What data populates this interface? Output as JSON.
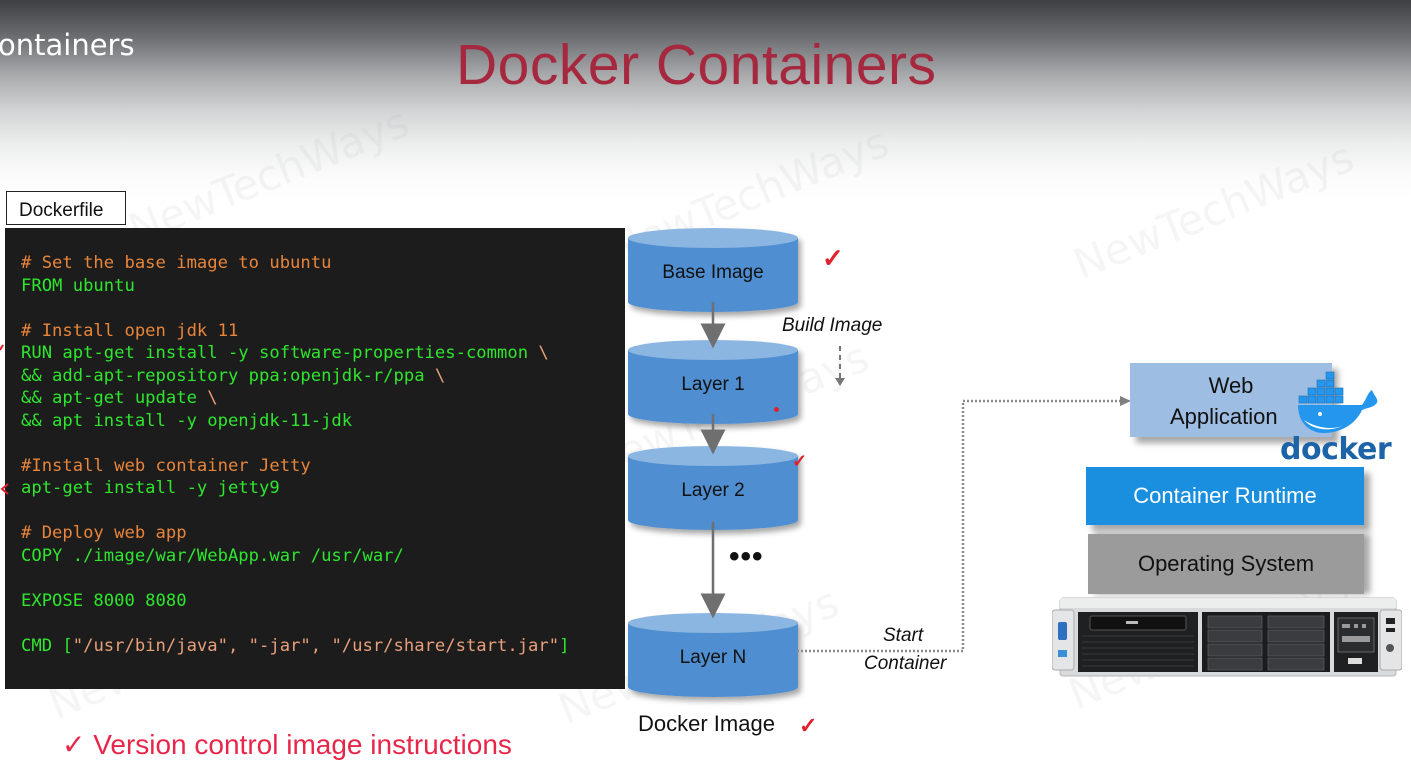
{
  "video": {
    "title_fragment": "ontainers"
  },
  "slide": {
    "title": "Docker Containers",
    "watermark": "NewTechWays",
    "dockerfile_label": "Dockerfile",
    "code_lines": [
      {
        "kind": "comment",
        "text": "# Set the base image to ubuntu"
      },
      {
        "kind": "cmd",
        "text": "FROM ubuntu"
      },
      {
        "kind": "blank",
        "text": ""
      },
      {
        "kind": "comment",
        "text": "# Install open jdk 11"
      },
      {
        "kind": "cmd",
        "text": "RUN apt-get install -y software-properties-common",
        "cont": " \\"
      },
      {
        "kind": "cmd",
        "text": "&& add-apt-repository ppa:openjdk-r/ppa",
        "cont": " \\"
      },
      {
        "kind": "cmd",
        "text": "&& apt-get update",
        "cont": " \\"
      },
      {
        "kind": "cmd",
        "text": "&& apt install -y openjdk-11-jdk"
      },
      {
        "kind": "blank",
        "text": ""
      },
      {
        "kind": "comment",
        "text": "#Install web container Jetty"
      },
      {
        "kind": "cmd",
        "text": "apt-get install -y jetty9"
      },
      {
        "kind": "blank",
        "text": ""
      },
      {
        "kind": "comment",
        "text": "# Deploy web app"
      },
      {
        "kind": "cmd",
        "text": "COPY ./image/war/WebApp.war /usr/war/"
      },
      {
        "kind": "blank",
        "text": ""
      },
      {
        "kind": "cmd",
        "text": "EXPOSE 8000 8080"
      },
      {
        "kind": "blank",
        "text": ""
      },
      {
        "kind": "cmdarr",
        "text": "CMD [",
        "str": "\"/usr/bin/java\", \"-jar\", \"/usr/share/start.jar\"",
        "end": "]"
      }
    ],
    "layers": [
      "Base Image",
      "Layer 1",
      "Layer 2",
      "Layer N"
    ],
    "ellipsis": "•••",
    "build_image_label": "Build Image",
    "start_container_label_1": "Start",
    "start_container_label_2": "Container",
    "docker_image_label": "Docker Image",
    "check_mark": "✓",
    "stack": {
      "web_app_line1": "Web",
      "web_app_line2": "Application",
      "container_runtime": "Container Runtime",
      "operating_system": "Operating System",
      "docker_logo_text": "docker"
    },
    "bullet": "✓ Version control image instructions",
    "colors": {
      "title": "#a6283f",
      "cylinder": "#4f8ed0",
      "cylinder_top": "#8cb6e2",
      "runtime": "#1a8fe0",
      "webapp": "#9dbde3",
      "os": "#9b9b9b",
      "comment": "#e8853a",
      "code": "#2ee62e",
      "check": "#e0202e",
      "bullet": "#e8264a"
    }
  }
}
